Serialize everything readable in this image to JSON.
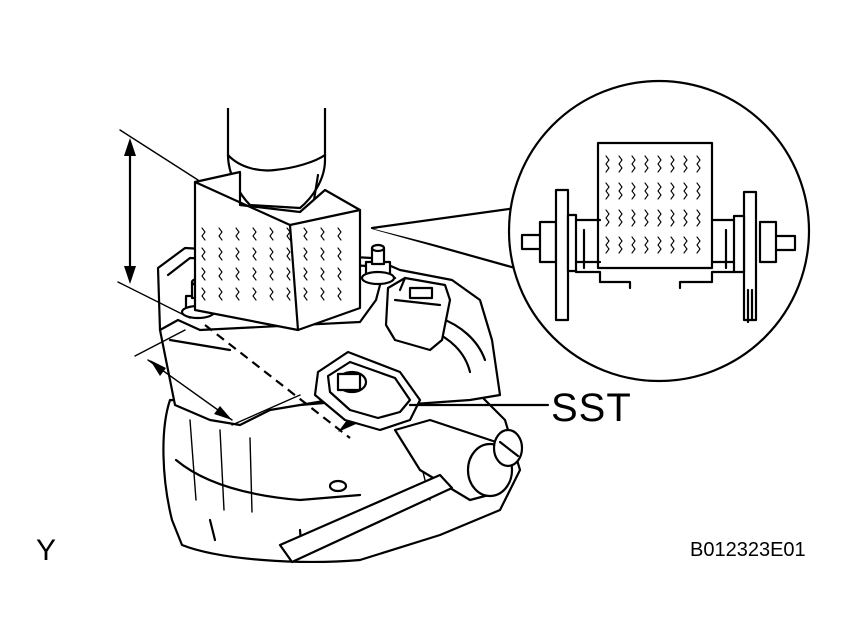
{
  "labels": {
    "sst": "SST",
    "corner_letter": "Y",
    "figure_code": "B012323E01"
  }
}
